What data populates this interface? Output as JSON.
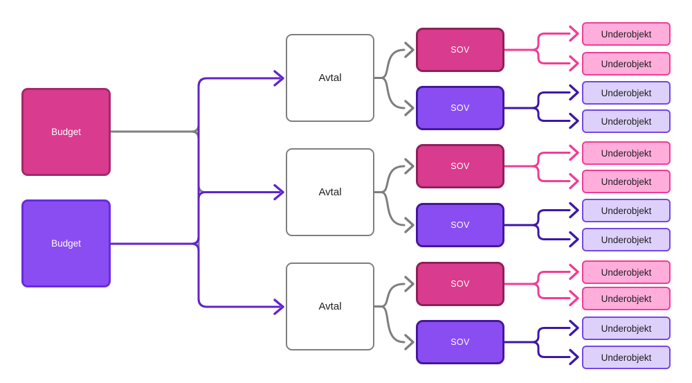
{
  "diagram": {
    "nodes": {
      "budget": [
        {
          "id": "budget-1",
          "label": "Budget",
          "variant": "pink"
        },
        {
          "id": "budget-2",
          "label": "Budget",
          "variant": "purple"
        }
      ],
      "avtal": [
        {
          "id": "avtal-1",
          "label": "Avtal"
        },
        {
          "id": "avtal-2",
          "label": "Avtal"
        },
        {
          "id": "avtal-3",
          "label": "Avtal"
        }
      ],
      "sov": [
        {
          "id": "sov-1",
          "label": "SOV",
          "variant": "pink"
        },
        {
          "id": "sov-2",
          "label": "SOV",
          "variant": "purple"
        },
        {
          "id": "sov-3",
          "label": "SOV",
          "variant": "pink"
        },
        {
          "id": "sov-4",
          "label": "SOV",
          "variant": "purple"
        },
        {
          "id": "sov-5",
          "label": "SOV",
          "variant": "pink"
        },
        {
          "id": "sov-6",
          "label": "SOV",
          "variant": "purple"
        }
      ],
      "underobjekt": [
        {
          "id": "uo-1",
          "label": "Underobjekt",
          "variant": "pink"
        },
        {
          "id": "uo-2",
          "label": "Underobjekt",
          "variant": "pink"
        },
        {
          "id": "uo-3",
          "label": "Underobjekt",
          "variant": "purple"
        },
        {
          "id": "uo-4",
          "label": "Underobjekt",
          "variant": "purple"
        },
        {
          "id": "uo-5",
          "label": "Underobjekt",
          "variant": "pink"
        },
        {
          "id": "uo-6",
          "label": "Underobjekt",
          "variant": "pink"
        },
        {
          "id": "uo-7",
          "label": "Underobjekt",
          "variant": "purple"
        },
        {
          "id": "uo-8",
          "label": "Underobjekt",
          "variant": "purple"
        },
        {
          "id": "uo-9",
          "label": "Underobjekt",
          "variant": "pink"
        },
        {
          "id": "uo-10",
          "label": "Underobjekt",
          "variant": "pink"
        },
        {
          "id": "uo-11",
          "label": "Underobjekt",
          "variant": "purple"
        },
        {
          "id": "uo-12",
          "label": "Underobjekt",
          "variant": "purple"
        }
      ]
    },
    "edges": [
      {
        "from": "budget-1",
        "to": "avtal-1",
        "color": "gray"
      },
      {
        "from": "budget-1",
        "to": "avtal-2",
        "color": "gray"
      },
      {
        "from": "budget-1",
        "to": "avtal-3",
        "color": "gray"
      },
      {
        "from": "budget-2",
        "to": "avtal-1",
        "color": "violet"
      },
      {
        "from": "budget-2",
        "to": "avtal-2",
        "color": "violet"
      },
      {
        "from": "budget-2",
        "to": "avtal-3",
        "color": "violet"
      },
      {
        "from": "avtal-1",
        "to": "sov-1",
        "color": "gray"
      },
      {
        "from": "avtal-1",
        "to": "sov-2",
        "color": "gray"
      },
      {
        "from": "avtal-2",
        "to": "sov-3",
        "color": "gray"
      },
      {
        "from": "avtal-2",
        "to": "sov-4",
        "color": "gray"
      },
      {
        "from": "avtal-3",
        "to": "sov-5",
        "color": "gray"
      },
      {
        "from": "avtal-3",
        "to": "sov-6",
        "color": "gray"
      },
      {
        "from": "sov-1",
        "to": "uo-1",
        "color": "pink"
      },
      {
        "from": "sov-1",
        "to": "uo-2",
        "color": "pink"
      },
      {
        "from": "sov-2",
        "to": "uo-3",
        "color": "indigo"
      },
      {
        "from": "sov-2",
        "to": "uo-4",
        "color": "indigo"
      },
      {
        "from": "sov-3",
        "to": "uo-5",
        "color": "pink"
      },
      {
        "from": "sov-3",
        "to": "uo-6",
        "color": "pink"
      },
      {
        "from": "sov-4",
        "to": "uo-7",
        "color": "indigo"
      },
      {
        "from": "sov-4",
        "to": "uo-8",
        "color": "indigo"
      },
      {
        "from": "sov-5",
        "to": "uo-9",
        "color": "pink"
      },
      {
        "from": "sov-5",
        "to": "uo-10",
        "color": "pink"
      },
      {
        "from": "sov-6",
        "to": "uo-11",
        "color": "indigo"
      },
      {
        "from": "sov-6",
        "to": "uo-12",
        "color": "indigo"
      }
    ],
    "colors": {
      "pink_fill": "#D93B8E",
      "pink_border": "#8E2159",
      "budget_pink_border": "#A5286E",
      "purple_fill": "#8A4DF2",
      "purple_border": "#45189A",
      "budget_purple_border": "#6A2ADF",
      "uo_pink_fill": "#FFAEDC",
      "uo_pink_border": "#F23C96",
      "uo_purple_fill": "#DDD1FB",
      "uo_purple_border": "#7546E8",
      "gray_line": "#7E7E7E",
      "violet_line": "#6123CB",
      "pink_line": "#F23C96",
      "indigo_line": "#3D17A6",
      "text_dark": "#1D1D1F",
      "canvas_bg": "#FFFFFF"
    }
  }
}
